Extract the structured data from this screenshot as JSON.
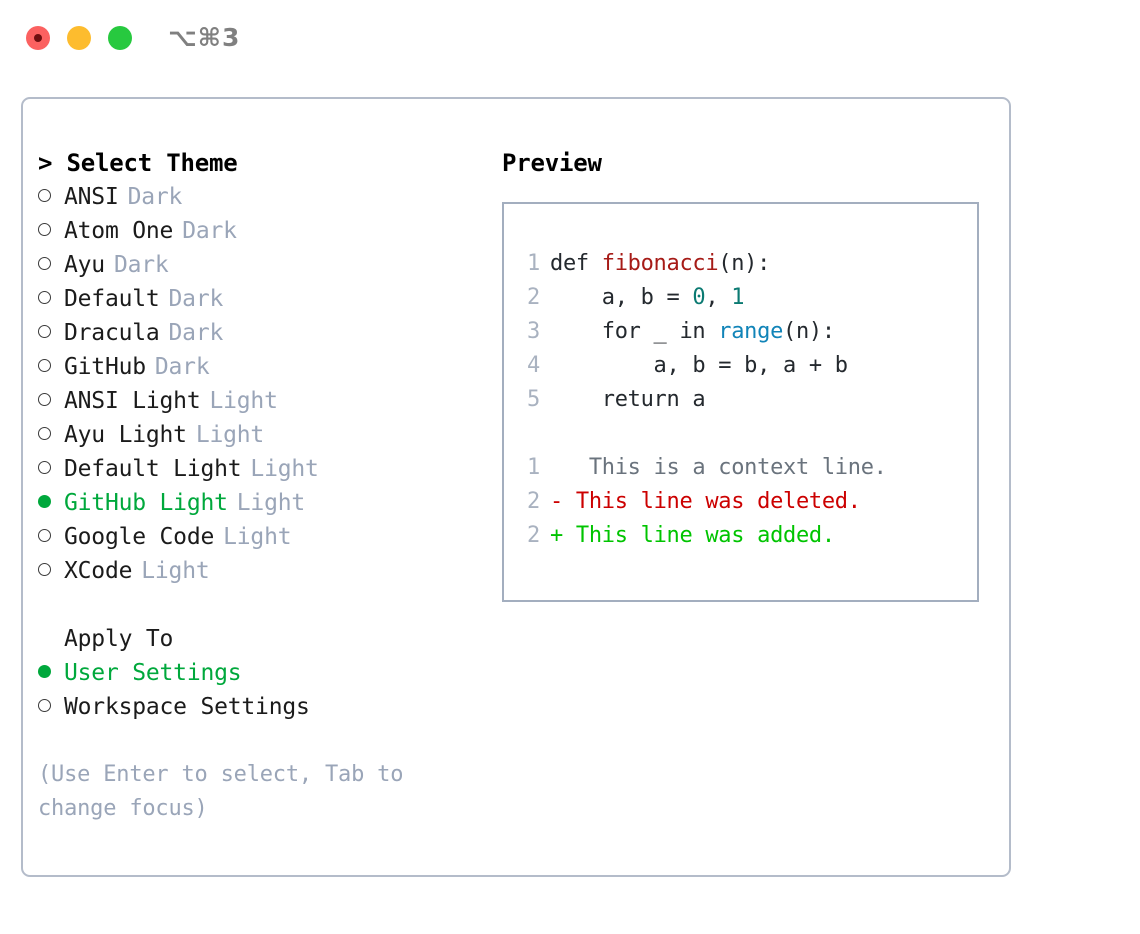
{
  "window": {
    "shortcut": "⌥⌘3",
    "traffic_lights": [
      "close-red",
      "minimize-yellow",
      "maximize-green"
    ]
  },
  "colors": {
    "accent_green": "#00a83c",
    "tag_gray": "#9aa5b8",
    "panel_border": "#b4bcca",
    "preview_border": "#a3aebf",
    "diff_deleted": "#cc0000",
    "diff_added": "#00c400",
    "line_number": "#a9b2c0"
  },
  "theme_list": {
    "heading": "> Select Theme",
    "items": [
      {
        "label": "ANSI",
        "tag": "Dark",
        "selected": false
      },
      {
        "label": "Atom One",
        "tag": "Dark",
        "selected": false
      },
      {
        "label": "Ayu",
        "tag": "Dark",
        "selected": false
      },
      {
        "label": "Default",
        "tag": "Dark",
        "selected": false
      },
      {
        "label": "Dracula",
        "tag": "Dark",
        "selected": false
      },
      {
        "label": "GitHub",
        "tag": "Dark",
        "selected": false
      },
      {
        "label": "ANSI Light",
        "tag": "Light",
        "selected": false
      },
      {
        "label": "Ayu Light",
        "tag": "Light",
        "selected": false
      },
      {
        "label": "Default Light",
        "tag": "Light",
        "selected": false
      },
      {
        "label": "GitHub Light",
        "tag": "Light",
        "selected": true
      },
      {
        "label": "Google Code",
        "tag": "Light",
        "selected": false
      },
      {
        "label": "XCode",
        "tag": "Light",
        "selected": false
      }
    ]
  },
  "apply_to": {
    "heading": "Apply To",
    "items": [
      {
        "label": "User Settings",
        "selected": true
      },
      {
        "label": "Workspace Settings",
        "selected": false
      }
    ]
  },
  "hint": "(Use Enter to select, Tab to change focus)",
  "preview": {
    "title": "Preview",
    "code_lines": [
      {
        "no": "1",
        "tokens": [
          {
            "t": "def ",
            "c": "plain"
          },
          {
            "t": "fibonacci",
            "c": "fn"
          },
          {
            "t": "(n):",
            "c": "plain"
          }
        ]
      },
      {
        "no": "2",
        "tokens": [
          {
            "t": "    a, b = ",
            "c": "plain"
          },
          {
            "t": "0",
            "c": "num"
          },
          {
            "t": ", ",
            "c": "plain"
          },
          {
            "t": "1",
            "c": "num"
          }
        ]
      },
      {
        "no": "3",
        "tokens": [
          {
            "t": "    for _ in ",
            "c": "plain"
          },
          {
            "t": "range",
            "c": "call"
          },
          {
            "t": "(n):",
            "c": "plain"
          }
        ]
      },
      {
        "no": "4",
        "tokens": [
          {
            "t": "        a, b = b, a + b",
            "c": "plain"
          }
        ]
      },
      {
        "no": "5",
        "tokens": [
          {
            "t": "    return a",
            "c": "plain"
          }
        ]
      }
    ],
    "diff_lines": [
      {
        "no": "1",
        "marker": " ",
        "text": "  This is a context line.",
        "kind": "ctx"
      },
      {
        "no": "2",
        "marker": "-",
        "text": " This line was deleted.",
        "kind": "del"
      },
      {
        "no": "2",
        "marker": "+",
        "text": " This line was added.",
        "kind": "add"
      }
    ]
  }
}
